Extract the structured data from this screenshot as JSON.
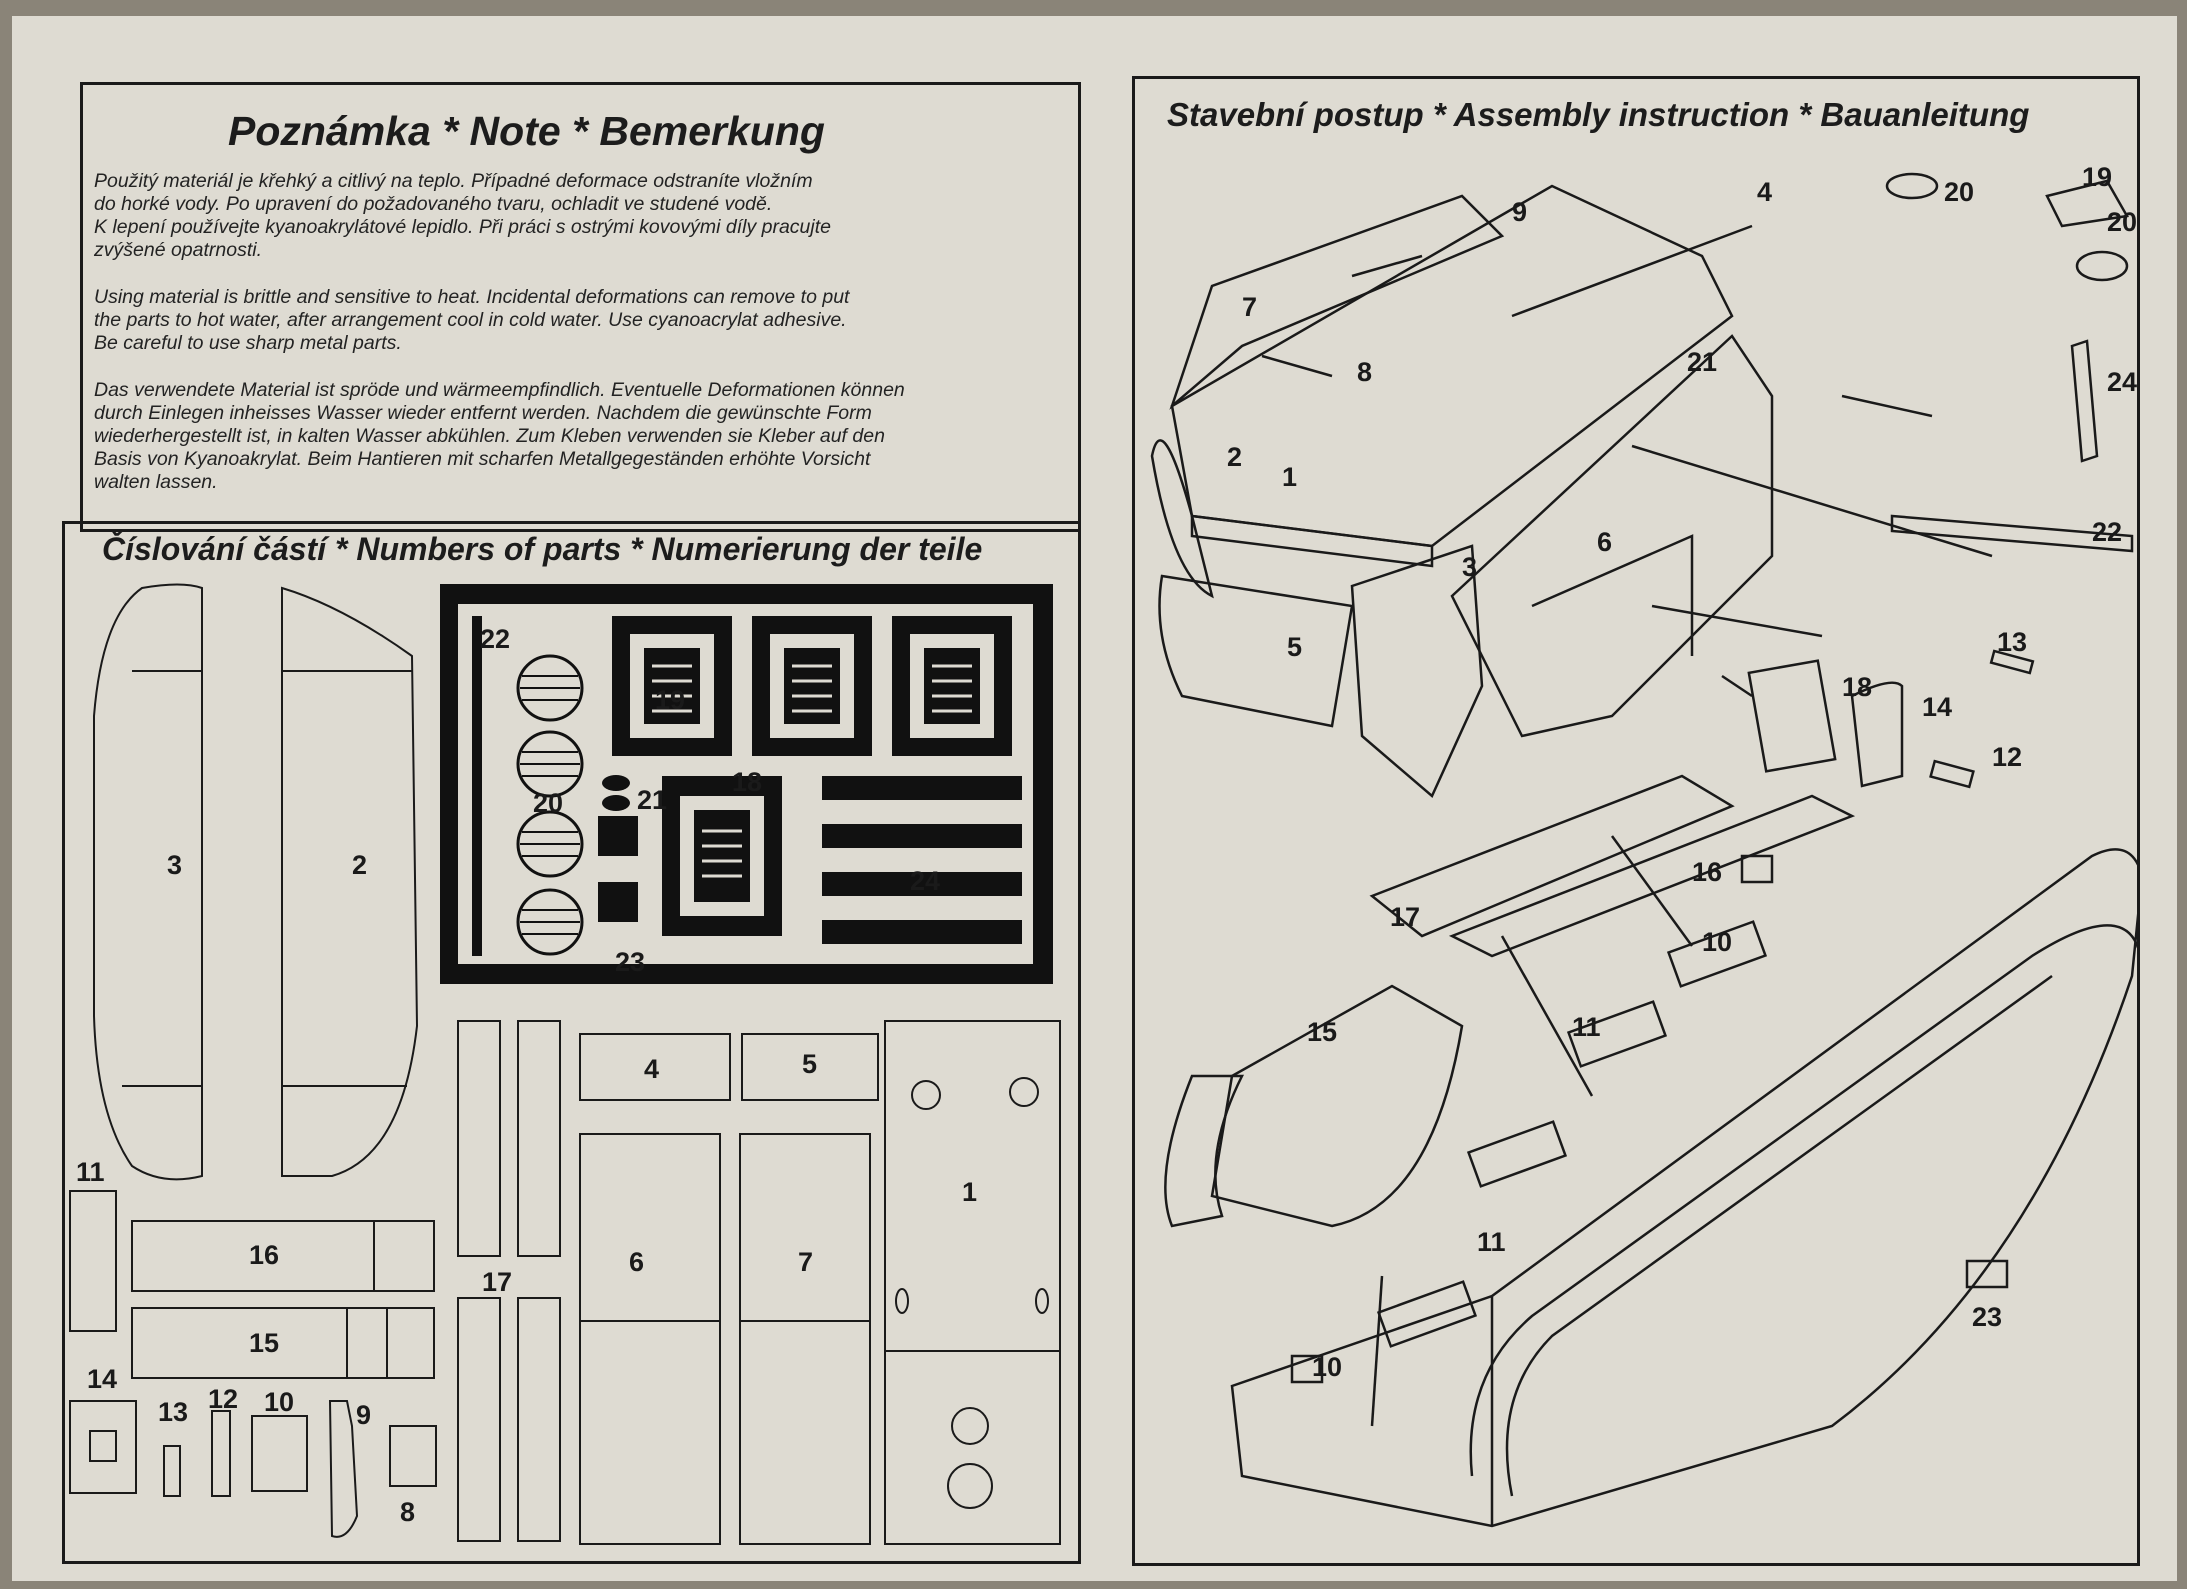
{
  "note": {
    "title": "Poznámka * Note * Bemerkung",
    "czech": [
      "Použitý materiál je křehký a citlivý na teplo. Případné deformace odstraníte vložním",
      "do horké vody. Po upravení do požadovaného tvaru, ochladit ve studené vodě.",
      "K lepení používejte kyanoakrylátové lepidlo. Při práci s ostrými kovovými díly pracujte",
      "zvýšené opatrnosti."
    ],
    "english": [
      "Using material is brittle and sensitive to heat. Incidental deformations can remove to put",
      "the parts to hot water, after arrangement cool in cold water. Use cyanoacrylat adhesive.",
      "Be careful to use sharp metal parts."
    ],
    "german": [
      "Das verwendete Material ist spröde und wärmeempfindlich. Eventuelle Deformationen können",
      "durch Einlegen inheisses Wasser wieder entfernt werden. Nachdem die gewünschte Form",
      "wiederhergestellt ist, in kalten Wasser abkühlen. Zum Kleben verwenden sie Kleber auf den",
      "Basis von Kyanoakrylat. Beim Hantieren mit scharfen Metallgegeständen erhöhte Vorsicht",
      "walten lassen."
    ]
  },
  "parts": {
    "title": "Číslování částí * Numbers of parts * Numerierung der teile",
    "labels": {
      "p1": "1",
      "p2": "2",
      "p3": "3",
      "p4": "4",
      "p5": "5",
      "p6": "6",
      "p7": "7",
      "p8": "8",
      "p9": "9",
      "p10": "10",
      "p11": "11",
      "p12": "12",
      "p13": "13",
      "p14": "14",
      "p15": "15",
      "p16": "16",
      "p17": "17",
      "p18": "18",
      "p19": "19",
      "p20": "20",
      "p21": "21",
      "p22": "22",
      "p23": "23",
      "p24": "24"
    }
  },
  "assembly": {
    "title": "Stavební postup * Assembly instruction * Bauanleitung",
    "labels": {
      "a1": "1",
      "a2": "2",
      "a3": "3",
      "a4": "4",
      "a5": "5",
      "a6": "6",
      "a7": "7",
      "a8": "8",
      "a9": "9",
      "a10a": "10",
      "a10b": "10",
      "a11a": "11",
      "a11b": "11",
      "a12": "12",
      "a13": "13",
      "a14": "14",
      "a15": "15",
      "a16": "16",
      "a17": "17",
      "a18": "18",
      "a19": "19",
      "a20a": "20",
      "a20b": "20",
      "a21": "21",
      "a22": "22",
      "a23": "23",
      "a24": "24"
    }
  },
  "colors": {
    "paper": "#dedbd2",
    "ink": "#1a1a1a",
    "background": "#8a8478"
  }
}
